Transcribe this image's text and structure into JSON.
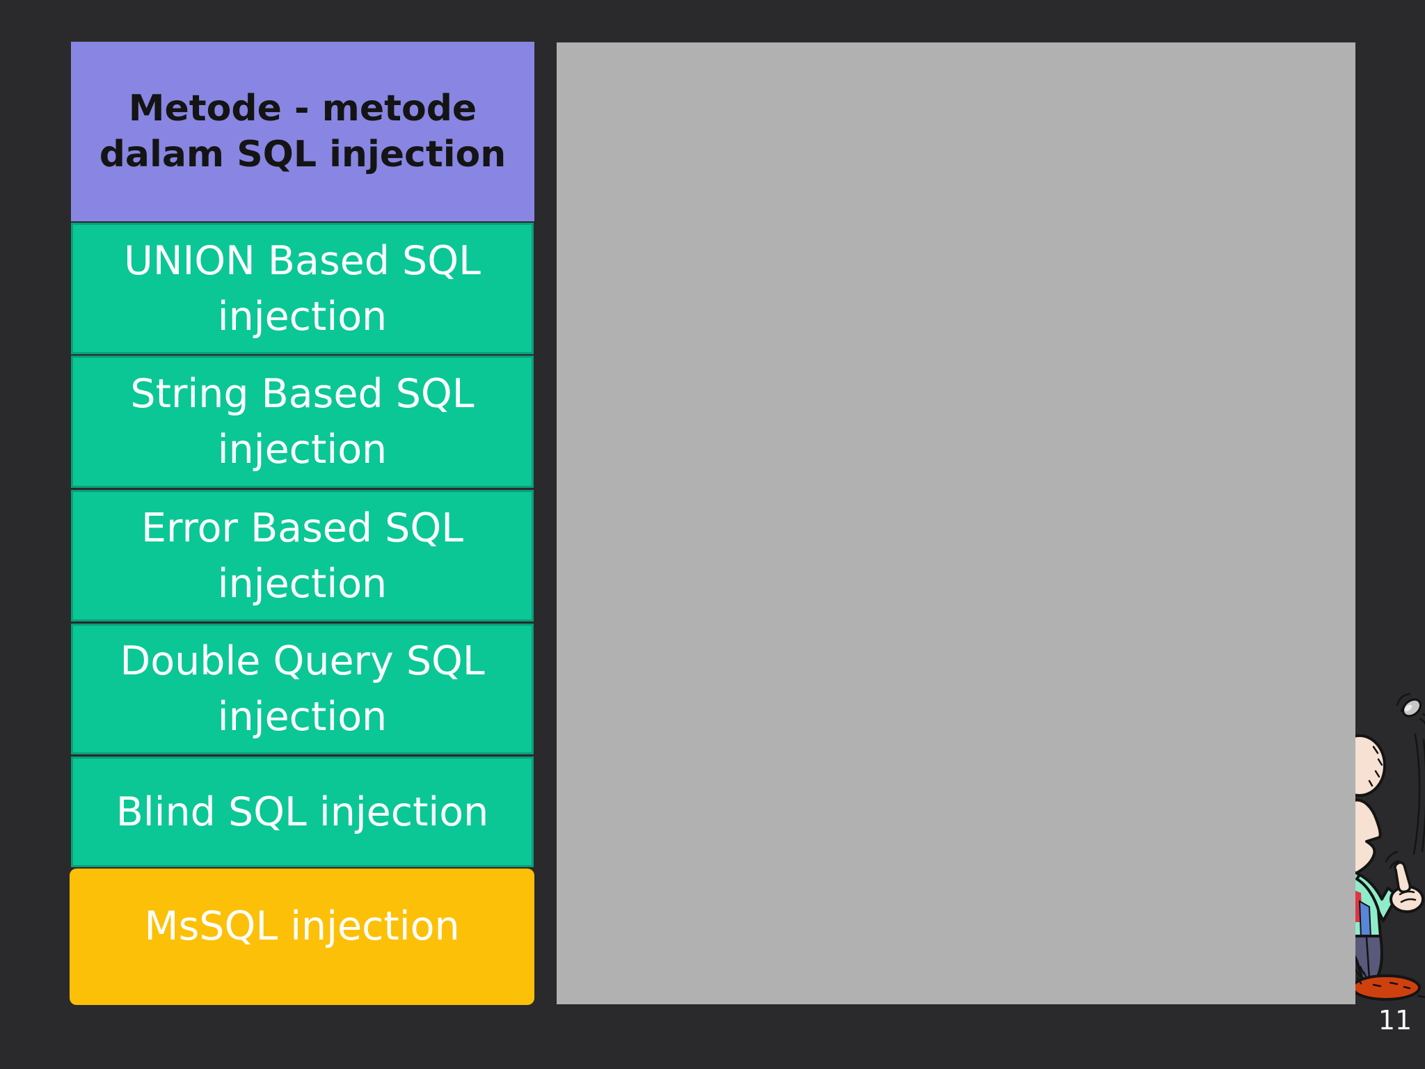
{
  "slide": {
    "page_number": "11",
    "background_color": "#2a2a2c"
  },
  "header": {
    "line1": "Metode - metode",
    "line2": "dalam SQL injection",
    "background_color": "#8886e2",
    "text_color": "#141414"
  },
  "methods": [
    {
      "label": "UNION Based SQL injection",
      "background_color": "#0bc795",
      "text_color": "#ffffff"
    },
    {
      "label": "String Based SQL injection",
      "background_color": "#0bc795",
      "text_color": "#ffffff"
    },
    {
      "label": "Error Based SQL injection",
      "background_color": "#0bc795",
      "text_color": "#ffffff"
    },
    {
      "label": "Double Query SQL injection",
      "background_color": "#0bc795",
      "text_color": "#ffffff"
    },
    {
      "label": "Blind SQL injection",
      "background_color": "#0bc795",
      "text_color": "#ffffff"
    },
    {
      "label": "MsSQL injection",
      "background_color": "#fcc008",
      "text_color": "#ffffff"
    }
  ],
  "content_placeholder": {
    "background_color": "#b1b1b1"
  },
  "decoration": {
    "cartoon": "man-peeking-from-behind-panel-flipping-coin",
    "coin": "coin-icon"
  }
}
